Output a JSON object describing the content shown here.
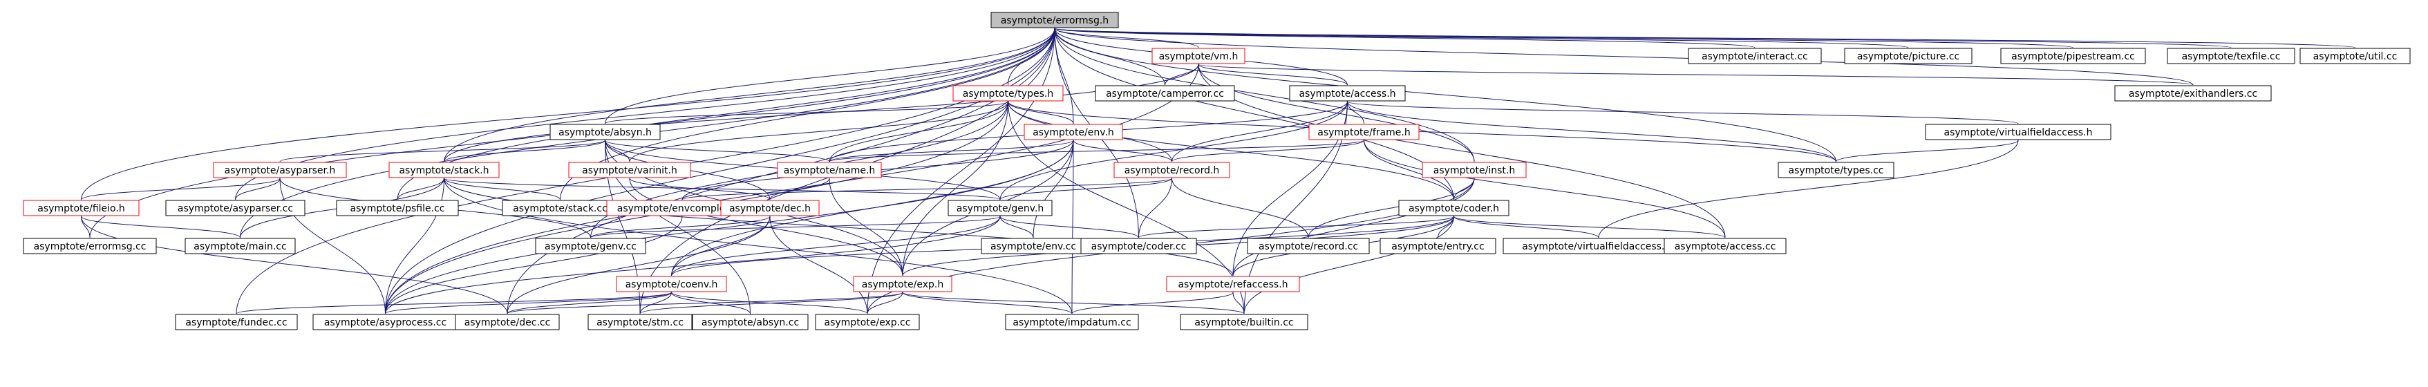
{
  "nodes": [
    {
      "id": "errormsg_h",
      "label": "asymptote/errormsg.h",
      "root": true
    },
    {
      "id": "vm_h",
      "label": "asymptote/vm.h",
      "red": true
    },
    {
      "id": "interact_cc",
      "label": "asymptote/interact.cc"
    },
    {
      "id": "picture_cc",
      "label": "asymptote/picture.cc"
    },
    {
      "id": "pipestream_cc",
      "label": "asymptote/pipestream.cc"
    },
    {
      "id": "texfile_cc",
      "label": "asymptote/texfile.cc"
    },
    {
      "id": "util_cc",
      "label": "asymptote/util.cc"
    },
    {
      "id": "types_h",
      "label": "asymptote/types.h",
      "red": true
    },
    {
      "id": "camperror_cc",
      "label": "asymptote/camperror.cc"
    },
    {
      "id": "access_h",
      "label": "asymptote/access.h"
    },
    {
      "id": "exithandlers_cc",
      "label": "asymptote/exithandlers.cc"
    },
    {
      "id": "absyn_h",
      "label": "asymptote/absyn.h"
    },
    {
      "id": "env_h",
      "label": "asymptote/env.h",
      "red": true
    },
    {
      "id": "frame_h",
      "label": "asymptote/frame.h",
      "red": true
    },
    {
      "id": "virtualfieldaccess_h",
      "label": "asymptote/virtualfieldaccess.h"
    },
    {
      "id": "asyparser_h",
      "label": "asymptote/asyparser.h",
      "red": true
    },
    {
      "id": "stack_h",
      "label": "asymptote/stack.h",
      "red": true
    },
    {
      "id": "varinit_h",
      "label": "asymptote/varinit.h",
      "red": true
    },
    {
      "id": "name_h",
      "label": "asymptote/name.h",
      "red": true
    },
    {
      "id": "record_h",
      "label": "asymptote/record.h",
      "red": true
    },
    {
      "id": "inst_h",
      "label": "asymptote/inst.h",
      "red": true
    },
    {
      "id": "types_cc",
      "label": "asymptote/types.cc"
    },
    {
      "id": "fileio_h",
      "label": "asymptote/fileio.h",
      "red": true
    },
    {
      "id": "asyparser_cc",
      "label": "asymptote/asyparser.cc"
    },
    {
      "id": "psfile_cc",
      "label": "asymptote/psfile.cc"
    },
    {
      "id": "stack_cc",
      "label": "asymptote/stack.cc"
    },
    {
      "id": "envcompleter_h",
      "label": "asymptote/envcompleter.h",
      "red": true
    },
    {
      "id": "dec_h",
      "label": "asymptote/dec.h",
      "red": true
    },
    {
      "id": "genv_h",
      "label": "asymptote/genv.h"
    },
    {
      "id": "coder_h",
      "label": "asymptote/coder.h"
    },
    {
      "id": "errormsg_cc",
      "label": "asymptote/errormsg.cc"
    },
    {
      "id": "main_cc",
      "label": "asymptote/main.cc"
    },
    {
      "id": "genv_cc",
      "label": "asymptote/genv.cc"
    },
    {
      "id": "env_cc",
      "label": "asymptote/env.cc"
    },
    {
      "id": "coder_cc",
      "label": "asymptote/coder.cc"
    },
    {
      "id": "record_cc",
      "label": "asymptote/record.cc"
    },
    {
      "id": "entry_cc",
      "label": "asymptote/entry.cc"
    },
    {
      "id": "virtualfieldaccess_cc",
      "label": "asymptote/virtualfieldaccess.cc"
    },
    {
      "id": "access_cc",
      "label": "asymptote/access.cc"
    },
    {
      "id": "coenv_h",
      "label": "asymptote/coenv.h",
      "red": true
    },
    {
      "id": "exp_h",
      "label": "asymptote/exp.h",
      "red": true
    },
    {
      "id": "refaccess_h",
      "label": "asymptote/refaccess.h",
      "red": true
    },
    {
      "id": "fundec_cc",
      "label": "asymptote/fundec.cc"
    },
    {
      "id": "asyprocess_cc",
      "label": "asymptote/asyprocess.cc"
    },
    {
      "id": "dec_cc",
      "label": "asymptote/dec.cc"
    },
    {
      "id": "stm_cc",
      "label": "asymptote/stm.cc"
    },
    {
      "id": "absyn_cc",
      "label": "asymptote/absyn.cc"
    },
    {
      "id": "exp_cc",
      "label": "asymptote/exp.cc"
    },
    {
      "id": "impdatum_cc",
      "label": "asymptote/impdatum.cc"
    },
    {
      "id": "builtin_cc",
      "label": "asymptote/builtin.cc"
    }
  ],
  "edges": [
    [
      "errormsg_h",
      "vm_h"
    ],
    [
      "errormsg_h",
      "interact_cc"
    ],
    [
      "errormsg_h",
      "picture_cc"
    ],
    [
      "errormsg_h",
      "pipestream_cc"
    ],
    [
      "errormsg_h",
      "texfile_cc"
    ],
    [
      "errormsg_h",
      "util_cc"
    ],
    [
      "errormsg_h",
      "types_h"
    ],
    [
      "errormsg_h",
      "camperror_cc"
    ],
    [
      "errormsg_h",
      "access_h"
    ],
    [
      "errormsg_h",
      "exithandlers_cc"
    ],
    [
      "errormsg_h",
      "absyn_h"
    ],
    [
      "errormsg_h",
      "env_h"
    ],
    [
      "errormsg_h",
      "stack_h"
    ],
    [
      "errormsg_h",
      "inst_h"
    ],
    [
      "errormsg_h",
      "coder_h"
    ],
    [
      "errormsg_h",
      "fileio_h"
    ],
    [
      "errormsg_h",
      "asyparser_cc"
    ],
    [
      "errormsg_h",
      "psfile_cc"
    ],
    [
      "errormsg_h",
      "stack_cc"
    ],
    [
      "errormsg_h",
      "errormsg_cc"
    ],
    [
      "errormsg_h",
      "main_cc"
    ],
    [
      "errormsg_h",
      "fundec_cc"
    ],
    [
      "errormsg_h",
      "asyprocess_cc"
    ],
    [
      "errormsg_h",
      "dec_cc"
    ],
    [
      "errormsg_h",
      "stm_cc"
    ],
    [
      "errormsg_h",
      "exp_cc"
    ],
    [
      "errormsg_h",
      "coder_cc"
    ],
    [
      "errormsg_h",
      "types_cc"
    ],
    [
      "vm_h",
      "camperror_cc"
    ],
    [
      "vm_h",
      "exithandlers_cc"
    ],
    [
      "vm_h",
      "access_h"
    ],
    [
      "vm_h",
      "stack_h"
    ],
    [
      "vm_h",
      "inst_h"
    ],
    [
      "vm_h",
      "asyprocess_cc"
    ],
    [
      "vm_h",
      "access_cc"
    ],
    [
      "types_h",
      "absyn_h"
    ],
    [
      "types_h",
      "env_h"
    ],
    [
      "types_h",
      "record_h"
    ],
    [
      "types_h",
      "varinit_h"
    ],
    [
      "types_h",
      "name_h"
    ],
    [
      "types_h",
      "types_cc"
    ],
    [
      "types_h",
      "coder_h"
    ],
    [
      "types_h",
      "genv_cc"
    ],
    [
      "types_h",
      "asyprocess_cc"
    ],
    [
      "types_h",
      "builtin_cc"
    ],
    [
      "types_h",
      "exp_h"
    ],
    [
      "access_h",
      "frame_h"
    ],
    [
      "access_h",
      "virtualfieldaccess_h"
    ],
    [
      "access_h",
      "record_h"
    ],
    [
      "access_h",
      "genv_h"
    ],
    [
      "access_h",
      "types_cc"
    ],
    [
      "access_h",
      "refaccess_h"
    ],
    [
      "access_h",
      "name_h"
    ],
    [
      "access_h",
      "builtin_cc"
    ],
    [
      "absyn_h",
      "asyparser_h"
    ],
    [
      "absyn_h",
      "stack_h"
    ],
    [
      "absyn_h",
      "varinit_h"
    ],
    [
      "absyn_h",
      "name_h"
    ],
    [
      "absyn_h",
      "dec_h"
    ],
    [
      "absyn_h",
      "genv_h"
    ],
    [
      "absyn_h",
      "exp_h"
    ],
    [
      "absyn_h",
      "absyn_cc"
    ],
    [
      "absyn_h",
      "stm_cc"
    ],
    [
      "env_h",
      "name_h"
    ],
    [
      "env_h",
      "record_h"
    ],
    [
      "env_h",
      "envcompleter_h"
    ],
    [
      "env_h",
      "env_cc"
    ],
    [
      "env_h",
      "coenv_h"
    ],
    [
      "env_h",
      "exp_h"
    ],
    [
      "env_h",
      "impdatum_cc"
    ],
    [
      "env_h",
      "asyprocess_cc"
    ],
    [
      "frame_h",
      "name_h"
    ],
    [
      "frame_h",
      "record_h"
    ],
    [
      "frame_h",
      "coder_h"
    ],
    [
      "frame_h",
      "access_cc"
    ],
    [
      "virtualfieldaccess_h",
      "types_cc"
    ],
    [
      "virtualfieldaccess_h",
      "virtualfieldaccess_cc"
    ],
    [
      "asyparser_h",
      "fileio_h"
    ],
    [
      "asyparser_h",
      "asyparser_cc"
    ],
    [
      "asyparser_h",
      "genv_cc"
    ],
    [
      "asyparser_h",
      "asyprocess_cc"
    ],
    [
      "stack_h",
      "psfile_cc"
    ],
    [
      "stack_h",
      "stack_cc"
    ],
    [
      "stack_h",
      "genv_h"
    ],
    [
      "stack_h",
      "main_cc"
    ],
    [
      "stack_h",
      "asyprocess_cc"
    ],
    [
      "stack_h",
      "refaccess_h"
    ],
    [
      "stack_h",
      "impdatum_cc"
    ],
    [
      "varinit_h",
      "dec_h"
    ],
    [
      "varinit_h",
      "exp_h"
    ],
    [
      "name_h",
      "dec_h"
    ],
    [
      "name_h",
      "exp_h"
    ],
    [
      "record_h",
      "genv_h"
    ],
    [
      "record_h",
      "record_cc"
    ],
    [
      "record_h",
      "coder_cc"
    ],
    [
      "record_h",
      "envcompleter_h"
    ],
    [
      "inst_h",
      "coder_h"
    ],
    [
      "inst_h",
      "refaccess_h"
    ],
    [
      "inst_h",
      "record_cc"
    ],
    [
      "inst_h",
      "exp_cc"
    ],
    [
      "fileio_h",
      "errormsg_cc"
    ],
    [
      "fileio_h",
      "main_cc"
    ],
    [
      "fileio_h",
      "dec_cc"
    ],
    [
      "envcompleter_h",
      "asyprocess_cc"
    ],
    [
      "dec_h",
      "genv_cc"
    ],
    [
      "dec_h",
      "coenv_h"
    ],
    [
      "dec_h",
      "dec_cc"
    ],
    [
      "dec_h",
      "exp_cc"
    ],
    [
      "genv_h",
      "genv_cc"
    ],
    [
      "genv_h",
      "env_cc"
    ],
    [
      "genv_h",
      "coder_cc"
    ],
    [
      "genv_h",
      "coenv_h"
    ],
    [
      "genv_h",
      "asyprocess_cc"
    ],
    [
      "coder_h",
      "coenv_h"
    ],
    [
      "coder_h",
      "entry_cc"
    ],
    [
      "coder_h",
      "virtualfieldaccess_cc"
    ],
    [
      "coder_h",
      "access_cc"
    ],
    [
      "coder_h",
      "refaccess_h"
    ],
    [
      "coder_h",
      "builtin_cc"
    ],
    [
      "coder_h",
      "exp_h"
    ],
    [
      "coder_h",
      "coder_cc"
    ],
    [
      "coenv_h",
      "fundec_cc"
    ],
    [
      "coenv_h",
      "asyprocess_cc"
    ],
    [
      "coenv_h",
      "dec_cc"
    ],
    [
      "coenv_h",
      "stm_cc"
    ],
    [
      "coenv_h",
      "absyn_cc"
    ],
    [
      "coenv_h",
      "exp_cc"
    ],
    [
      "exp_h",
      "dec_cc"
    ],
    [
      "exp_h",
      "stm_cc"
    ],
    [
      "exp_h",
      "exp_cc"
    ],
    [
      "exp_h",
      "impdatum_cc"
    ],
    [
      "exp_h",
      "builtin_cc"
    ],
    [
      "refaccess_h",
      "builtin_cc"
    ],
    [
      "refaccess_h",
      "impdatum_cc"
    ]
  ]
}
